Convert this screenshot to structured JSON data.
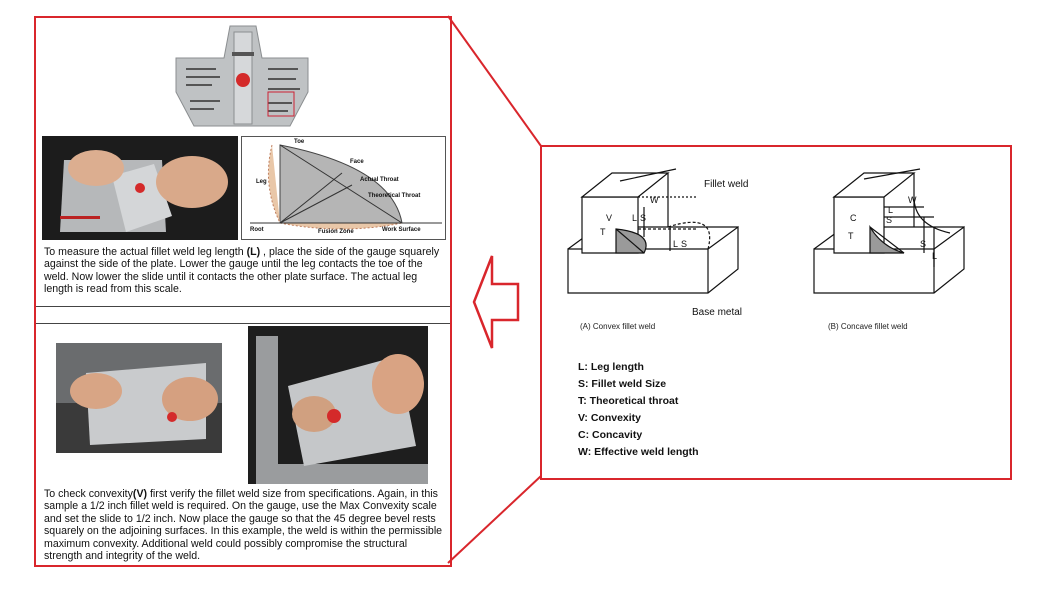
{
  "top_text": {
    "before": "To measure the actual fillet weld leg length ",
    "bold": "(L)",
    "after": " , place the side of the gauge squarely against the side of the plate. Lower the gauge until the leg contacts the toe of the weld. Now lower the slide until it contacts the other plate surface. The actual leg length is read from this scale."
  },
  "bottom_text": {
    "before": "To check convexity",
    "bold": "(V)",
    "after": " first verify the fillet weld size from specifications. Again, in this sample a 1/2 inch fillet weld is required. On the gauge, use the Max Convexity scale and set the slide to 1/2 inch. Now place the gauge so that the 45 degree bevel rests squarely on the adjoining surfaces. In this example, the weld is within the permissible maximum convexity. Additional weld could possibly compromise the structural strength and integrity of the weld."
  },
  "gauge_labels": [
    "Toe",
    "Face",
    "Leg",
    "Actual Throat",
    "Theoretical Throat",
    "Root",
    "Fusion Zone",
    "Work Surface"
  ],
  "diagram_labels": {
    "fillet_weld": "Fillet weld",
    "base_metal": "Base metal",
    "W": "W",
    "L": "L",
    "S": "S",
    "V": "V",
    "T": "T",
    "C": "C"
  },
  "captions": {
    "convex": "(A) Convex fillet weld",
    "concave": "(B) Concave fillet weld"
  },
  "legend": [
    "L: Leg length",
    "S: Fillet weld Size",
    "T: Theoretical throat",
    "V: Convexity",
    "C: Concavity",
    "W: Effective weld length"
  ],
  "colors": {
    "frame": "#d9262c",
    "arrow": "#d9262c"
  }
}
